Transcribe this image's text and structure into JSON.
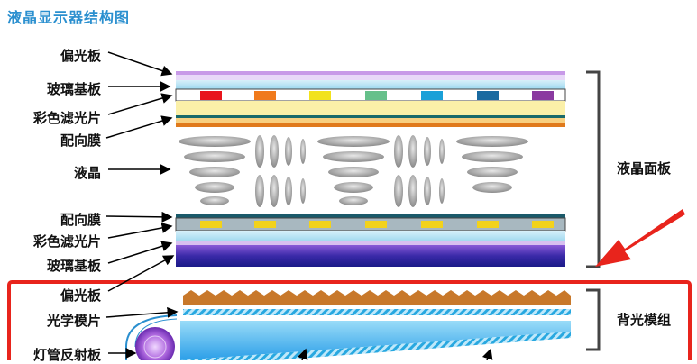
{
  "title": "液晶显示器结构图",
  "labels": {
    "polarizer_top": "偏光板",
    "glass_top": "玻璃基板",
    "color_filter_top": "彩色滤光片",
    "alignment_top": "配向膜",
    "liquid_crystal": "液晶",
    "alignment_bottom": "配向膜",
    "color_filter_bottom": "彩色滤光片",
    "glass_bottom": "玻璃基板",
    "polarizer_bottom": "偏光板",
    "optical_film": "光学模片",
    "lamp_reflector": "灯管反射板",
    "lcd_panel": "液晶面板",
    "backlight_module": "背光模组"
  },
  "colors": {
    "title": "#2a8fcf",
    "highlight_box": "#e8241c",
    "arrow": "#e8241c",
    "filter_colors": [
      "#e8141c",
      "#f07a1c",
      "#f2e21c",
      "#66c08a",
      "#1aa0d8",
      "#1a6aa0",
      "#8a3aa0"
    ]
  }
}
